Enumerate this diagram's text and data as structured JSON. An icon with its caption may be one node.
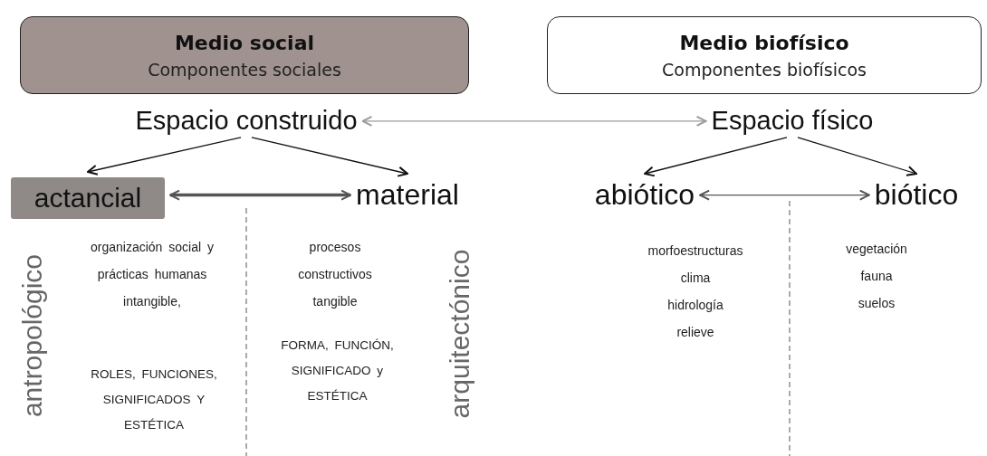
{
  "diagram": {
    "nodes": [
      {
        "text": [
          "Medio social",
          "Componentes sociales"
        ]
      },
      {
        "text": [
          "Medio biofísico",
          "Componentes biofísicos"
        ]
      },
      {
        "text": [
          "Espacio construido"
        ]
      },
      {
        "text": [
          "Espacio físico"
        ]
      },
      {
        "text": [
          "actancial"
        ]
      },
      {
        "text": [
          "material"
        ]
      },
      {
        "text": [
          "abiótico"
        ]
      },
      {
        "text": [
          "biótico"
        ]
      }
    ],
    "edges": [
      {
        "from": 2,
        "to": 3,
        "arrow": "both",
        "color": "#9a9a9a"
      },
      {
        "from": 2,
        "to": 4,
        "arrow": "to"
      },
      {
        "from": 2,
        "to": 5,
        "arrow": "to"
      },
      {
        "from": 3,
        "to": 6,
        "arrow": "to"
      },
      {
        "from": 3,
        "to": 7,
        "arrow": "to"
      },
      {
        "from": 4,
        "to": 5,
        "arrow": "both",
        "style": "thick",
        "color": "#555555"
      },
      {
        "from": 6,
        "to": 7,
        "arrow": "both",
        "color": "#555555"
      }
    ],
    "labels": [
      "antropológico",
      "organización social y prácticas humanas intangible,",
      "ROLES, FUNCIONES, SIGNIFICADOS Y ESTÉTICA",
      "procesos constructivos tangible",
      "FORMA, FUNCIÓN, SIGNIFICADO y ESTÉTICA",
      "arquitectónico",
      "morfoestructuras",
      "clima",
      "hidrología",
      "relieve",
      "vegetación",
      "fauna",
      "suelos"
    ]
  }
}
